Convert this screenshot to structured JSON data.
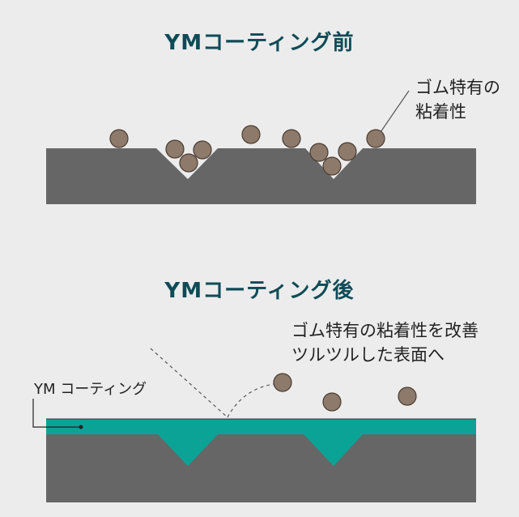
{
  "diagram": {
    "title_before": "YMコーティング前",
    "title_after": "YMコーティング後",
    "label_sticky": [
      "ゴム特有の",
      "粘着性"
    ],
    "label_improve": [
      "ゴム特有の粘着性を改善",
      "ツルツルした表面へ"
    ],
    "label_coating": "YM コーティング"
  },
  "colors": {
    "background": "#ececec",
    "title": "#0f4b57",
    "rubber": "#666666",
    "coating": "#0aa396",
    "particle": "#8d7a6b",
    "particle_stroke": "#4a3b31",
    "leader_line": "#555555"
  }
}
